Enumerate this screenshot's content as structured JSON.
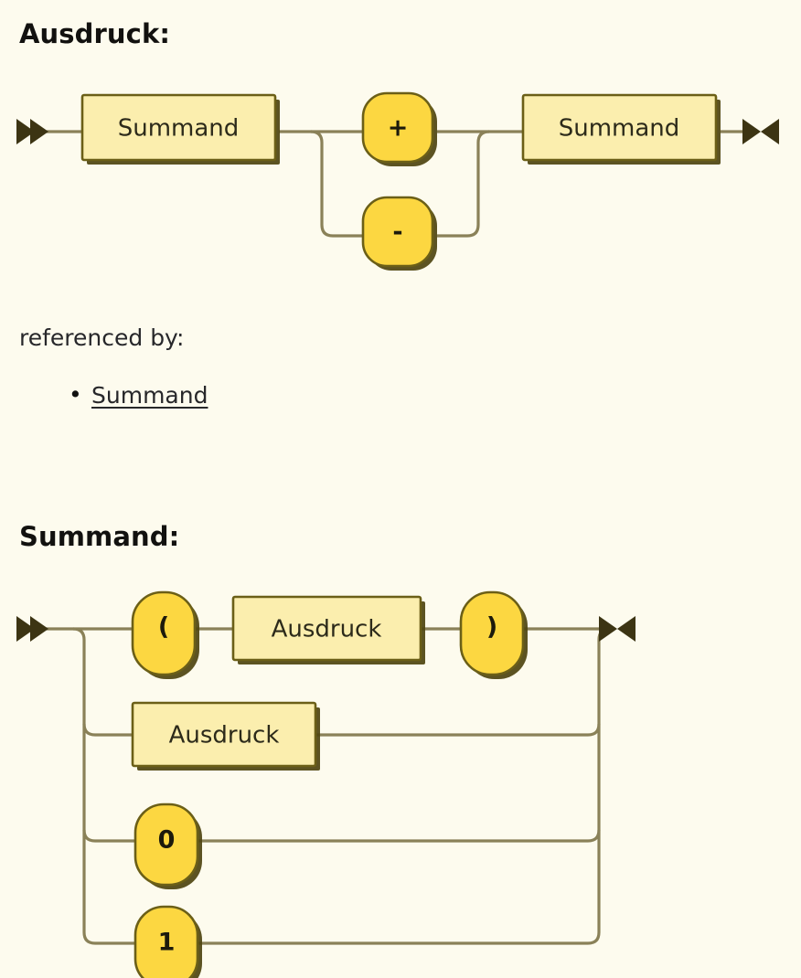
{
  "page": {
    "background_color": "#fdfbee",
    "rail_color": "#8a8158",
    "nonterminal_fill": "#fbeeae",
    "terminal_fill": "#fcd741",
    "node_border_color": "#6b5f17",
    "shadow_color": "#4e4410",
    "text_color": "#27272a"
  },
  "rules": [
    {
      "heading": "Ausdruck:",
      "diagram": {
        "type": "railroad",
        "start_marker": "double-right-triangle",
        "end_marker": "bowtie",
        "sequence": [
          {
            "kind": "nonterminal",
            "label": "Summand"
          },
          {
            "kind": "choice",
            "branches": [
              {
                "kind": "terminal",
                "label": "+"
              },
              {
                "kind": "terminal",
                "label": "-"
              }
            ]
          },
          {
            "kind": "nonterminal",
            "label": "Summand"
          }
        ]
      },
      "referenced_by_label": "referenced by:",
      "referenced_by": [
        {
          "label": "Summand"
        }
      ]
    },
    {
      "heading": "Summand:",
      "diagram": {
        "type": "railroad",
        "start_marker": "double-right-triangle",
        "end_marker": "bowtie",
        "choice": [
          {
            "kind": "sequence",
            "items": [
              {
                "kind": "terminal",
                "label": "("
              },
              {
                "kind": "nonterminal",
                "label": "Ausdruck"
              },
              {
                "kind": "terminal",
                "label": ")"
              }
            ]
          },
          {
            "kind": "nonterminal",
            "label": "Ausdruck"
          },
          {
            "kind": "terminal",
            "label": "0"
          },
          {
            "kind": "terminal",
            "label": "1"
          }
        ]
      }
    }
  ]
}
